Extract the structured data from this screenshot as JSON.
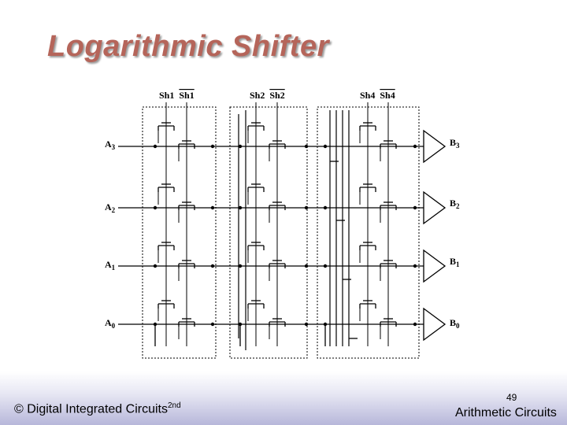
{
  "slide": {
    "title": "Logarithmic Shifter",
    "page_number": "49",
    "footer_left": "© Digital Integrated Circuits",
    "footer_left_sup": "2nd",
    "footer_right": "Arithmetic Circuits"
  },
  "diagram": {
    "controls": [
      {
        "name": "Sh1",
        "name_bar": "Sh1"
      },
      {
        "name": "Sh2",
        "name_bar": "Sh2"
      },
      {
        "name": "Sh4",
        "name_bar": "Sh4"
      }
    ],
    "inputs": [
      {
        "letter": "A",
        "index": "3"
      },
      {
        "letter": "A",
        "index": "2"
      },
      {
        "letter": "A",
        "index": "1"
      },
      {
        "letter": "A",
        "index": "0"
      }
    ],
    "outputs": [
      {
        "letter": "B",
        "index": "3"
      },
      {
        "letter": "B",
        "index": "2"
      },
      {
        "letter": "B",
        "index": "1"
      },
      {
        "letter": "B",
        "index": "0"
      }
    ]
  },
  "colors": {
    "title": "#b5655a",
    "footer_gradient_end": "#b7b7da"
  }
}
